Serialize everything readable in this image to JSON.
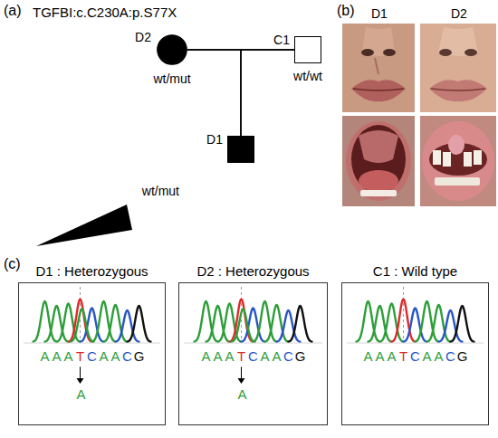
{
  "diagram": {
    "nodes": [
      {
        "text": [
          "D2",
          "wt/mut"
        ]
      },
      {
        "text": [
          "C1",
          "wt/wt"
        ]
      },
      {
        "text": [
          "D1",
          "wt/mut"
        ]
      },
      {
        "text": [
          "D1 : Heterozygous",
          "AAATCAACG",
          "A"
        ]
      },
      {
        "text": [
          "D2 : Heterozygous",
          "AAATCAACG",
          "A"
        ]
      },
      {
        "text": [
          "C1 : Wild type",
          "AAATCAACG"
        ]
      }
    ],
    "edges": [
      {
        "from": 0,
        "to": 1,
        "arrow": "none"
      },
      {
        "from": 0,
        "to": 2,
        "arrow": "none"
      },
      {
        "from": 1,
        "to": 2,
        "arrow": "none"
      }
    ],
    "labels": [
      "(a)",
      "TGFBI:c.C230A:p.S77X",
      "(b)",
      "D1",
      "D2",
      "(c)"
    ]
  }
}
